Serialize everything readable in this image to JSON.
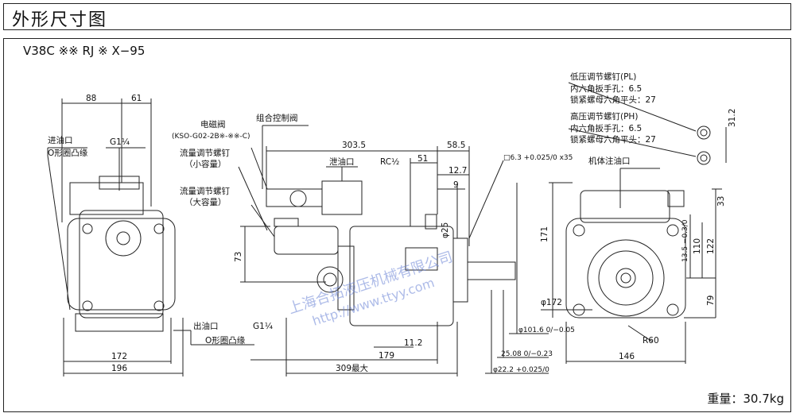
{
  "header": {
    "title": "外形尺寸图"
  },
  "model_code": "V38C ※※ RJ ※ X−95",
  "weight": "重量：30.7kg",
  "labels": {
    "inlet": "进油口",
    "oring_flange": "O形圈凸缘",
    "inlet_size": "G1¼",
    "solenoid_valve": "电磁阀",
    "solenoid_model": "(KSO-G02-2B※-※※-C)",
    "combo_control_valve": "组合控制阀",
    "flow_screw_small": "流量调节螺钉",
    "small_capacity": "（小容量）",
    "flow_screw_large": "流量调节螺钉",
    "large_capacity": "（大容量）",
    "drain_port": "泄油口",
    "drain_size": "RC½",
    "outlet": "出油口",
    "outlet_size": "G1¼",
    "oring_flange_2": "O形圈凸缘",
    "body_fill_port": "机体注油口",
    "low_pressure_screw": "低压调节螺钉(PL)",
    "hex_wrench_1": "内六角扳手孔：6.5",
    "lock_nut_1": "锁紧螺母六角平头：27",
    "high_pressure_screw": "高压调节螺钉(PH)",
    "hex_wrench_2": "内六角扳手孔：6.5",
    "lock_nut_2": "锁紧螺母六角平头：27"
  },
  "dims": {
    "d88": "88",
    "d61": "61",
    "d303_5": "303.5",
    "d58_5": "58.5",
    "d51": "51",
    "d12_7": "12.7",
    "d9": "9",
    "key": "□6.3 +0.025/0 x35",
    "phi25": "φ25",
    "d73": "73",
    "d172": "172",
    "d196": "196",
    "d11_2": "11.2",
    "d179": "179",
    "d309": "309最大",
    "phi101_6": "φ101.6 0/−0.05",
    "d25_08": "25.08 0/−0.23",
    "phi22_2": "φ22.2 +0.025/0",
    "phi172": "φ172",
    "d171": "171",
    "d13_5": "13.5 −0.3/0",
    "d110": "110",
    "d122": "122",
    "d79": "79",
    "d33": "33",
    "d31_2": "31.2",
    "r60": "R60",
    "d146": "146"
  },
  "watermark": {
    "cn": "上海合拓液压机械有限公司",
    "url": "http://www.ttyy.com"
  }
}
